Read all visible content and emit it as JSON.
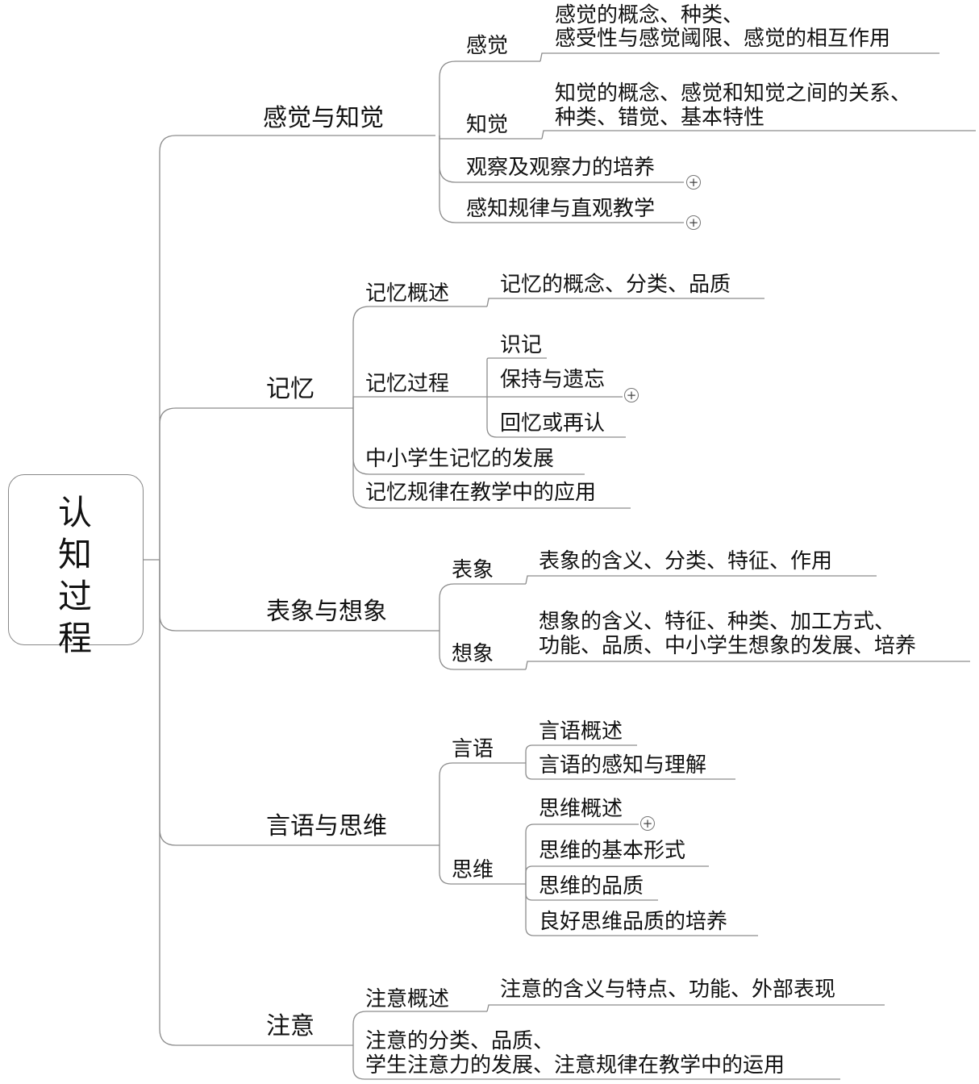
{
  "root": "认知过程",
  "sensation": {
    "title": "感觉与知觉",
    "sense": {
      "label": "感觉",
      "line1": "感觉的概念、种类、",
      "line2": "感受性与感觉阈限、感觉的相互作用"
    },
    "perception": {
      "label": "知觉",
      "line1": "知觉的概念、感觉和知觉之间的关系、",
      "line2": "种类、错觉、基本特性"
    },
    "observation": "观察及观察力的培养",
    "teaching": "感知规律与直观教学"
  },
  "memory": {
    "title": "记忆",
    "overview": {
      "label": "记忆概述",
      "detail": "记忆的概念、分类、品质"
    },
    "process": {
      "label": "记忆过程",
      "items": [
        "识记",
        "保持与遗忘",
        "回忆或再认"
      ]
    },
    "development": "中小学生记忆的发展",
    "application": "记忆规律在教学中的应用"
  },
  "imagery": {
    "title": "表象与想象",
    "representation": {
      "label": "表象",
      "detail": "表象的含义、分类、特征、作用"
    },
    "imagination": {
      "label": "想象",
      "line1": "想象的含义、特征、种类、加工方式、",
      "line2": "功能、品质、中小学生想象的发展、培养"
    }
  },
  "language": {
    "title": "言语与思维",
    "speech": {
      "label": "言语",
      "items": [
        "言语概述",
        "言语的感知与理解"
      ]
    },
    "thinking": {
      "label": "思维",
      "items": [
        "思维概述",
        "思维的基本形式",
        "思维的品质",
        "良好思维品质的培养"
      ]
    }
  },
  "attention": {
    "title": "注意",
    "overview": {
      "label": "注意概述",
      "detail": "注意的含义与特点、功能、外部表现"
    },
    "line1": "注意的分类、品质、",
    "line2": "学生注意力的发展、注意规律在教学中的运用"
  },
  "expand_symbol": "+",
  "colors": {
    "line": "#8c8c8c",
    "text": "#111111"
  }
}
